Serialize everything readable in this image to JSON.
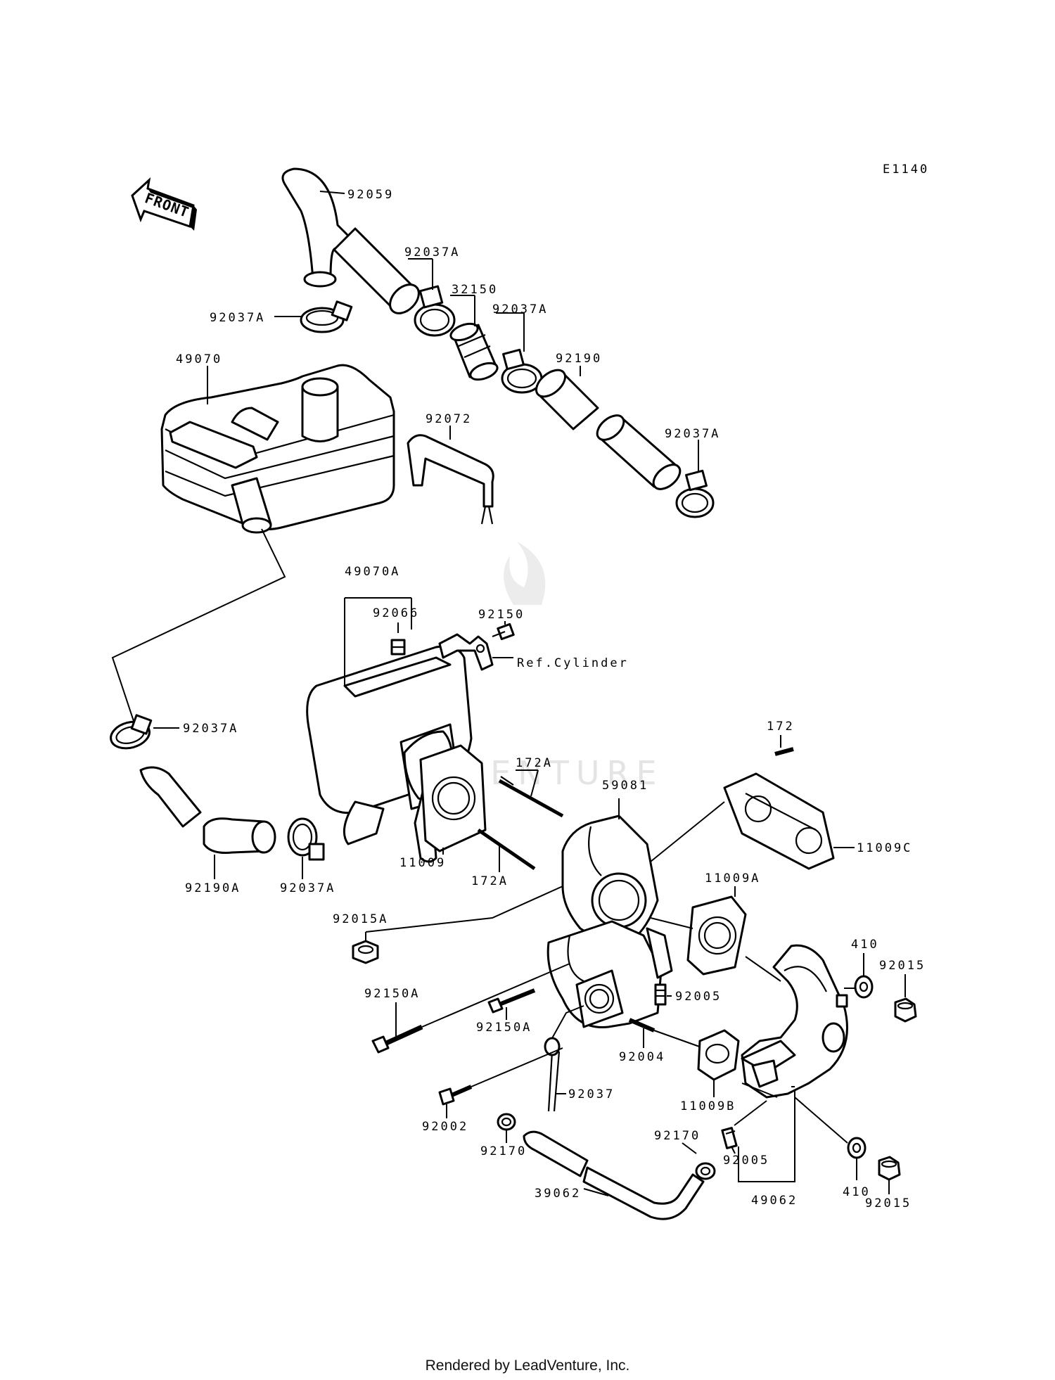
{
  "diagram": {
    "code": "E1140",
    "front_label": "FRONT",
    "ref_label": "Ref.Cylinder",
    "watermark": "LEADVENTURE",
    "labels": {
      "p92059": "92059",
      "p92037A_1": "92037A",
      "p92037A_2": "92037A",
      "p32150": "32150",
      "p92037A_3": "92037A",
      "p92190": "92190",
      "p92037A_4": "92037A",
      "p49070": "49070",
      "p92072": "92072",
      "p49070A": "49070A",
      "p92066": "92066",
      "p92150": "92150",
      "p92037A_5": "92037A",
      "p172": "172",
      "p172A_1": "172A",
      "p59081": "59081",
      "p11009C": "11009C",
      "p11009": "11009",
      "p172A_2": "172A",
      "p92190A": "92190A",
      "p92037A_6": "92037A",
      "p11009A": "11009A",
      "p92015A": "92015A",
      "p410_1": "410",
      "p92015_1": "92015",
      "p92005_1": "92005",
      "p92150A_1": "92150A",
      "p92150A_2": "92150A",
      "p92004": "92004",
      "p92037": "92037",
      "p11009B": "11009B",
      "p92002": "92002",
      "p92170_1": "92170",
      "p92170_2": "92170",
      "p92005_2": "92005",
      "p410_2": "410",
      "p92015_2": "92015",
      "p39062": "39062",
      "p49062": "49062"
    }
  },
  "footer": {
    "text": "Rendered by LeadVenture, Inc."
  }
}
